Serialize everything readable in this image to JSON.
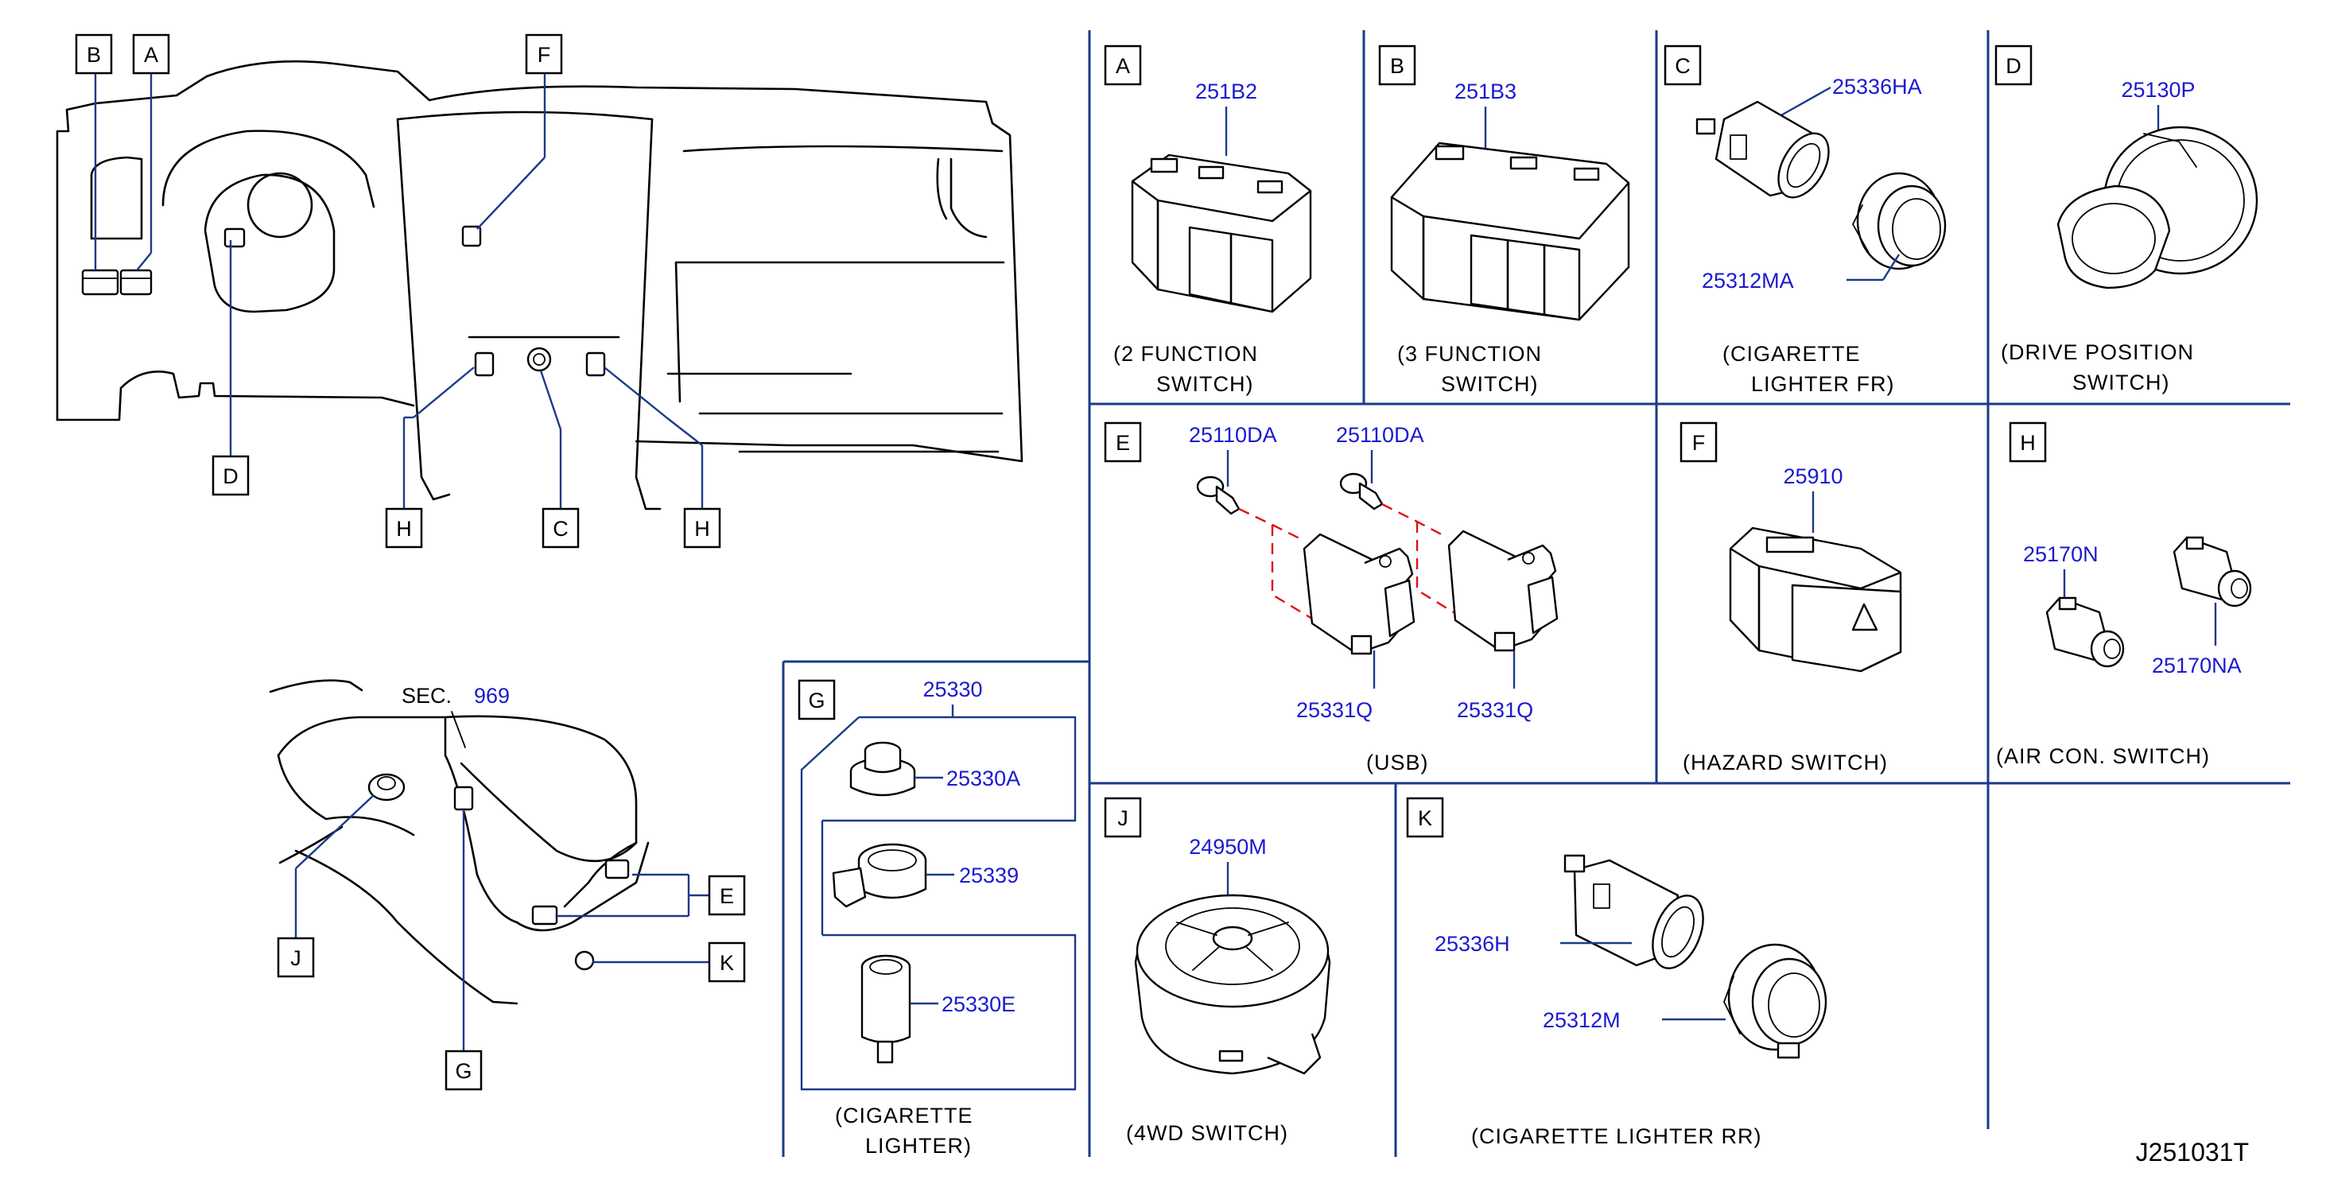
{
  "overview": {
    "callouts_dash": [
      "B",
      "A",
      "F",
      "D",
      "H",
      "C",
      "H"
    ],
    "callouts_console": [
      "E",
      "K",
      "J",
      "G"
    ],
    "sec_label": "SEC.",
    "sec_number": "969"
  },
  "panels": {
    "A": {
      "letter": "A",
      "parts": [
        "251B2"
      ],
      "caption": [
        "(2   FUNCTION",
        "SWITCH)"
      ]
    },
    "B": {
      "letter": "B",
      "parts": [
        "251B3"
      ],
      "caption": [
        "(3   FUNCTION",
        "SWITCH)"
      ]
    },
    "C": {
      "letter": "C",
      "parts": [
        "25336HA",
        "25312MA"
      ],
      "caption": [
        "(CIGARETTE",
        "LIGHTER   FR)"
      ]
    },
    "D": {
      "letter": "D",
      "parts": [
        "25130P"
      ],
      "caption": [
        "(DRIVE   POSITION",
        "SWITCH)"
      ]
    },
    "E": {
      "letter": "E",
      "parts": [
        "25110DA",
        "25110DA",
        "25331Q",
        "25331Q"
      ],
      "caption": [
        "(USB)"
      ]
    },
    "F": {
      "letter": "F",
      "parts": [
        "25910"
      ],
      "caption": [
        "(HAZARD   SWITCH)"
      ]
    },
    "H": {
      "letter": "H",
      "parts": [
        "25170N",
        "25170NA"
      ],
      "caption": [
        "(AIR    CON.    SWITCH)"
      ]
    },
    "G": {
      "letter": "G",
      "parts": [
        "25330",
        "25330A",
        "25339",
        "25330E"
      ],
      "caption": [
        "(CIGARETTE",
        "LIGHTER)"
      ]
    },
    "J": {
      "letter": "J",
      "parts": [
        "24950M"
      ],
      "caption": [
        "(4WD   SWITCH)"
      ]
    },
    "K": {
      "letter": "K",
      "parts": [
        "25336H",
        "25312M"
      ],
      "caption": [
        "(CIGARETTE    LIGHTER    RR)"
      ]
    }
  },
  "diagram_code": "J251031T"
}
